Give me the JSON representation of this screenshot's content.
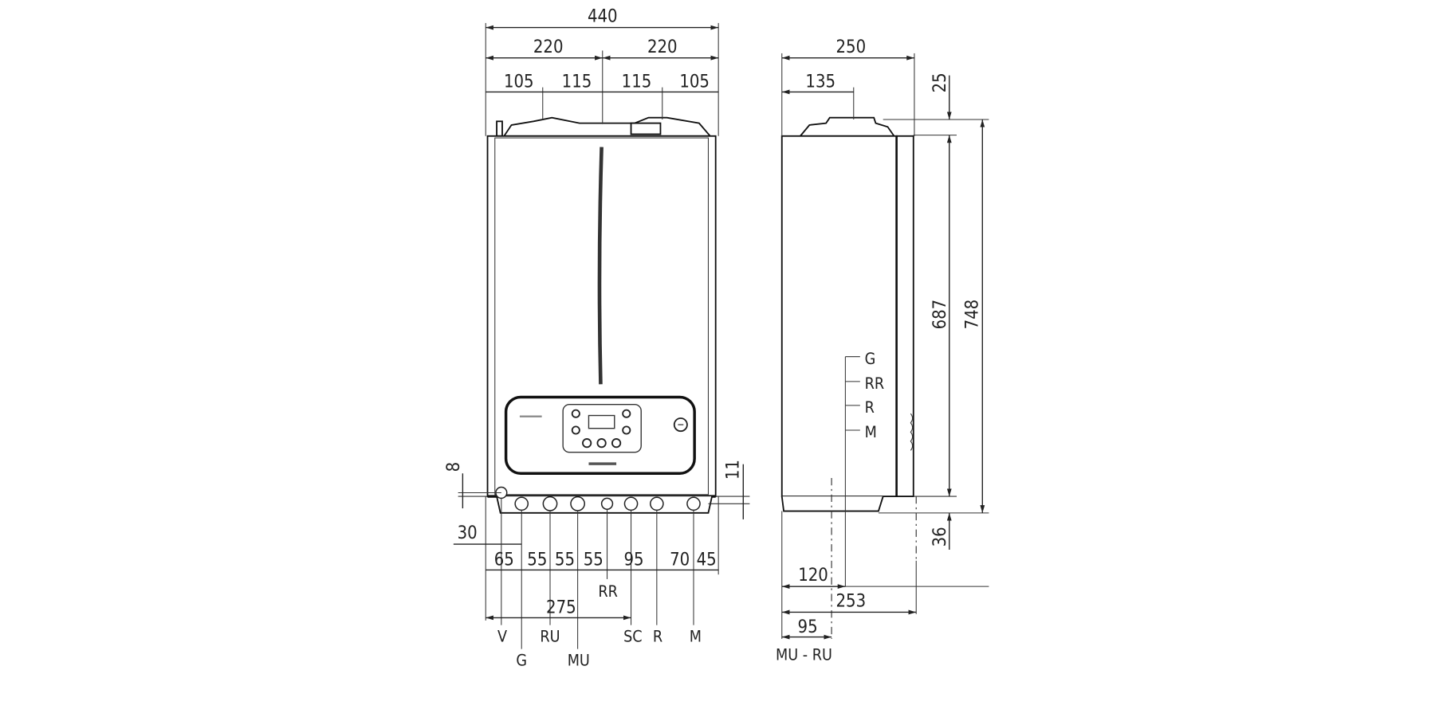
{
  "front_view": {
    "width_total": "440",
    "half_left": "220",
    "half_right": "220",
    "top_segments": [
      "105",
      "115",
      "115",
      "105"
    ],
    "dim_8": "8",
    "dim_11": "11",
    "dim_30": "30",
    "bottom_segments": [
      "65",
      "55",
      "55",
      "55",
      "95",
      "70",
      "45"
    ],
    "dim_275": "275",
    "connections": [
      "V",
      "G",
      "RU",
      "MU",
      "RR",
      "SC",
      "R",
      "M"
    ]
  },
  "side_view": {
    "depth_total": "250",
    "dim_135": "135",
    "dim_25": "25",
    "dim_687": "687",
    "dim_748": "748",
    "dim_36": "36",
    "connection_labels": [
      "G",
      "RR",
      "R",
      "M"
    ],
    "dim_120": "120",
    "dim_253": "253",
    "dim_95": "95",
    "mu_ru_label": "MU - RU"
  }
}
